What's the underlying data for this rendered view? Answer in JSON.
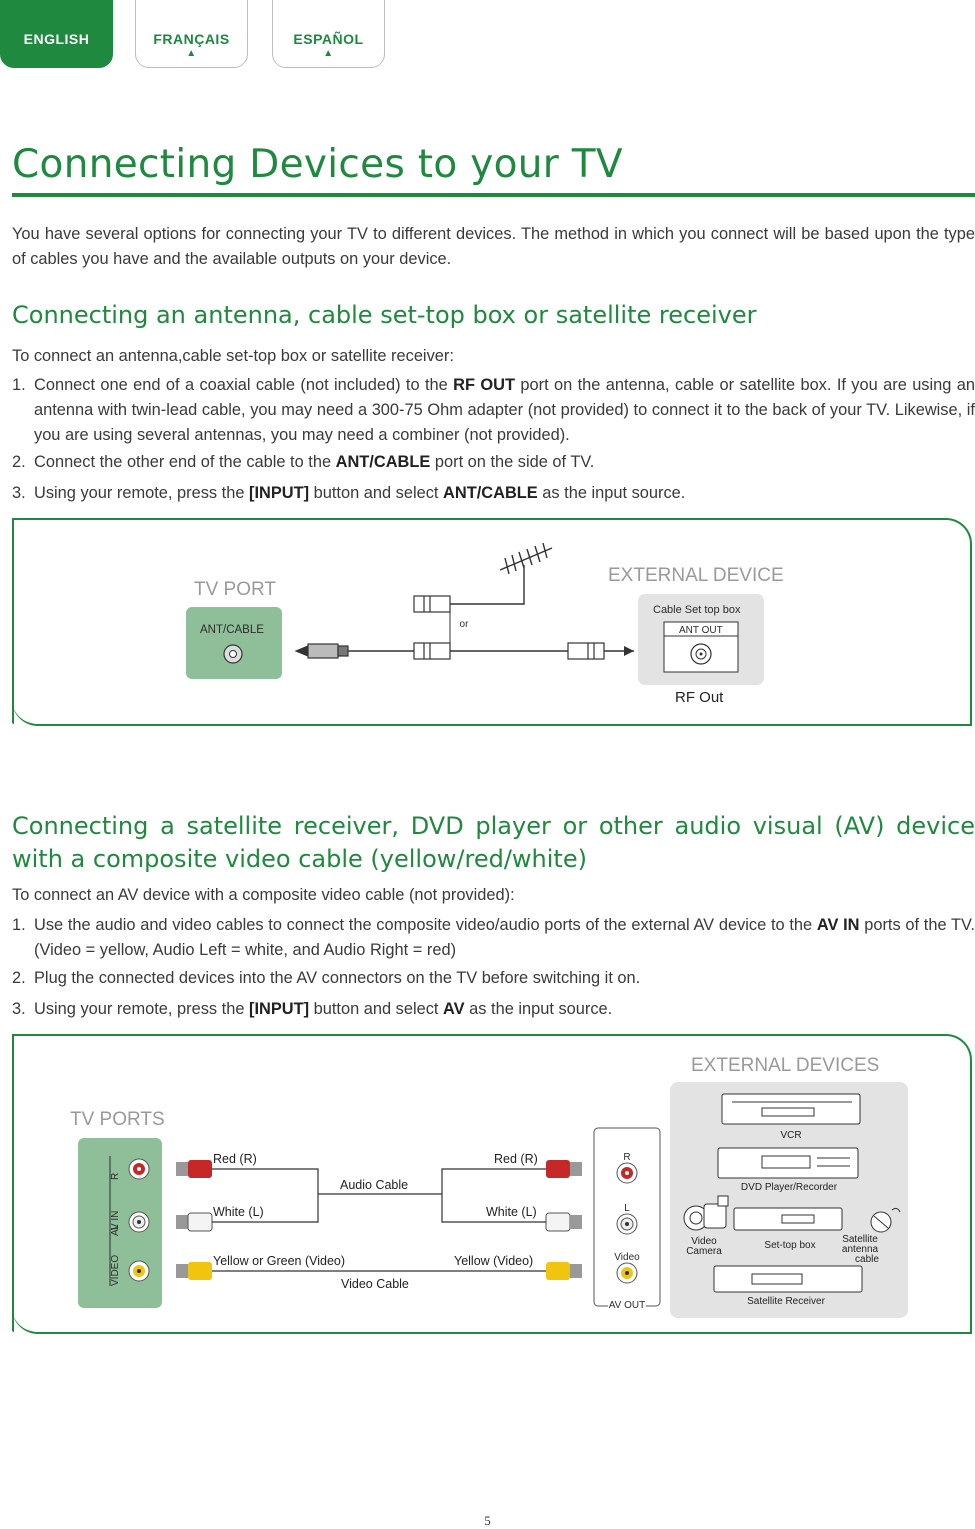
{
  "tabs": {
    "english": "ENGLISH",
    "french": "FRANÇAIS",
    "spanish": "ESPAÑOL",
    "arrow": "▲"
  },
  "title": "Connecting Devices to your TV",
  "intro": "You have several options for connecting your TV to different devices. The method in which you connect will be based upon the type of cables you have and the available outputs on your device.",
  "section1": {
    "heading": "Connecting an antenna, cable set-top box or satellite receiver",
    "lead": "To connect an antenna,cable set-top box or satellite receiver:",
    "steps": [
      {
        "num": "1.",
        "pre": "Connect one end of a coaxial cable (not included) to the ",
        "bold": "RF OUT",
        "post": " port on the antenna, cable or satellite box. If you are using an antenna with twin-lead cable, you may need a 300-75 Ohm adapter (not provided) to connect it to the back of your TV. Likewise, if you are using several antennas, you may need a combiner (not provided)."
      },
      {
        "num": "2.",
        "pre": "Connect the other end of the cable to the ",
        "bold": "ANT/CABLE",
        "post": " port on the side of TV."
      },
      {
        "num": "3.",
        "pre": "Using your remote, press the ",
        "bold": "[INPUT]",
        "mid": " button and select ",
        "bold2": "ANT/CABLE",
        "post": " as the input source."
      }
    ],
    "diagram": {
      "tv_port": "TV PORT",
      "ant_cable": "ANT/CABLE",
      "or": "or",
      "external_device": "EXTERNAL DEVICE",
      "cable_box": "Cable Set top box",
      "ant_out": "ANT OUT",
      "rf_out": "RF Out"
    }
  },
  "section2": {
    "heading": "Connecting a satellite receiver, DVD player or other audio visual (AV) device with a composite video cable (yellow/red/white)",
    "lead": "To connect an AV device with a composite video cable (not provided):",
    "steps": [
      {
        "num": "1.",
        "pre": "Use the audio and video cables to connect the composite video/audio ports of the external AV device to the ",
        "bold": "AV IN",
        "post": " ports of the TV. (Video = yellow, Audio Left = white, and Audio Right = red)"
      },
      {
        "num": "2.",
        "pre": "Plug the connected devices into the AV connectors on the TV before switching it on.",
        "bold": "",
        "post": ""
      },
      {
        "num": "3.",
        "pre": "Using your remote, press the ",
        "bold": "[INPUT]",
        "mid": " button and select ",
        "bold2": "AV",
        "post": " as the input source."
      }
    ],
    "diagram": {
      "tv_ports": "TV PORTS",
      "external_devices": "EXTERNAL DEVICES",
      "r": "R",
      "l": "L",
      "av_in": "AV IN",
      "video_port": "VIDEO",
      "red_left": "Red (R)",
      "red_right": "Red (R)",
      "white_left": "White (L)",
      "white_right": "White (L)",
      "yellow_left": "Yellow or Green (Video)",
      "yellow_right": "Yellow (Video)",
      "audio_cable": "Audio Cable",
      "video_cable": "Video Cable",
      "out_r": "R",
      "out_l": "L",
      "out_video": "Video",
      "av_out": "AV OUT",
      "vcr": "VCR",
      "dvd": "DVD Player/Recorder",
      "video_camera_1": "Video",
      "video_camera_2": "Camera",
      "set_top_box": "Set-top box",
      "sat_cable_1": "Satellite",
      "sat_cable_2": "antenna",
      "sat_cable_3": "cable",
      "sat_receiver": "Satellite Receiver"
    }
  },
  "page_number": "5",
  "colors": {
    "brand_green": "#1f8a3f",
    "port_green": "#8fbf98",
    "device_gray": "#e3e3e3"
  }
}
